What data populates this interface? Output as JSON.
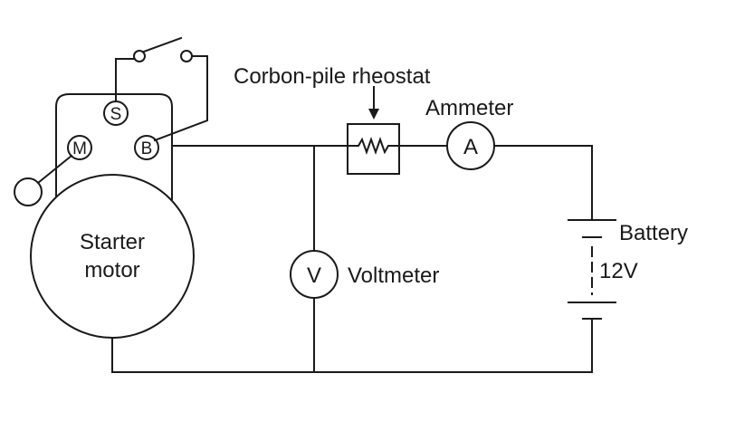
{
  "labels": {
    "rheostat": "Corbon-pile rheostat",
    "ammeter": "Ammeter",
    "battery": "Battery",
    "battery_voltage": "12V",
    "voltmeter": "Voltmeter",
    "motor_line1": "Starter",
    "motor_line2": "motor"
  },
  "terminals": {
    "s": "S",
    "m": "M",
    "b": "B"
  },
  "meters": {
    "ammeter_symbol": "A",
    "voltmeter_symbol": "V"
  }
}
